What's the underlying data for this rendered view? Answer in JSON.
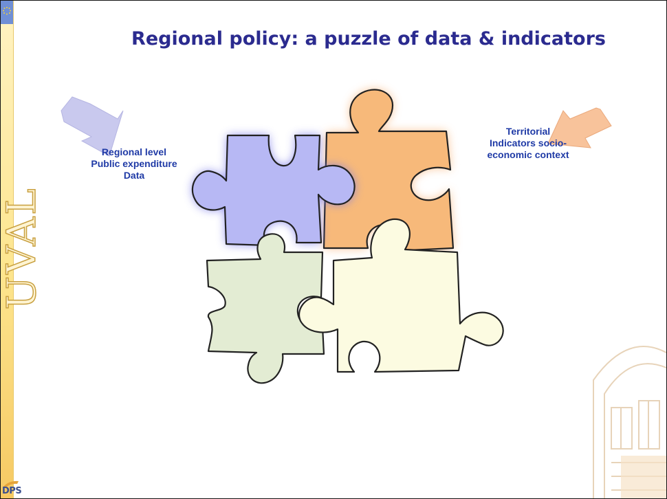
{
  "slide": {
    "title": "Regional policy: a puzzle of data & indicators",
    "side_text": "UVAL",
    "logo_text": "DPS"
  },
  "labels": {
    "left": "Regional level\nPublic expenditure\nData",
    "right": "Territorial\nIndicators socio-\neconomic  context"
  },
  "colors": {
    "title": "#2b2b8f",
    "label": "#1f3aa6",
    "piece_blue": "#b7b8f4",
    "piece_orange": "#f7b97a",
    "piece_green": "#e3ecd3",
    "piece_yellow": "#fcfbe1",
    "arrow_left": "#c9c9ee",
    "arrow_right": "#f8c39b"
  },
  "icons": {
    "eu": "eu-flag-icon",
    "left_arrow": "arrow-down-right-icon",
    "right_arrow": "arrow-down-left-icon"
  }
}
